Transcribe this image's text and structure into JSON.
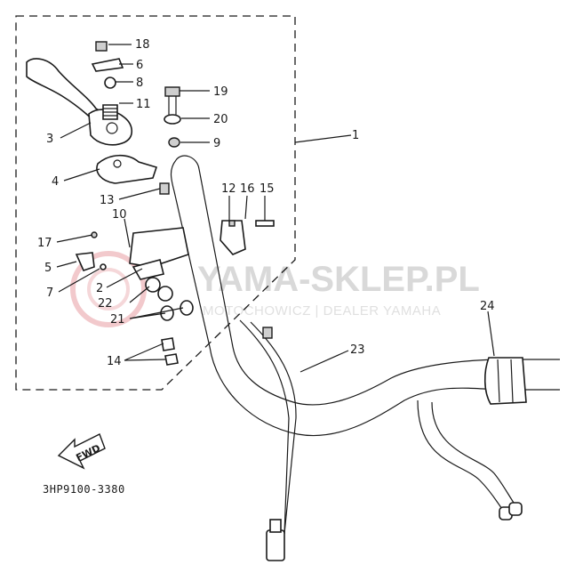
{
  "diagram": {
    "drawing_code": "3HP9100-3380",
    "direction_label": "FWD",
    "watermark": {
      "brand": "YAMA-SKLEP.PL",
      "tagline": "MOTOCHOWICZ | DEALER YAMAHA",
      "color": "#d9d9d9",
      "logo_color": "#f2c9cc"
    },
    "callouts": [
      "1",
      "2",
      "3",
      "4",
      "5",
      "6",
      "7",
      "8",
      "9",
      "10",
      "11",
      "12",
      "13",
      "14",
      "15",
      "16",
      "17",
      "18",
      "19",
      "20",
      "21",
      "22",
      "23",
      "24"
    ]
  }
}
